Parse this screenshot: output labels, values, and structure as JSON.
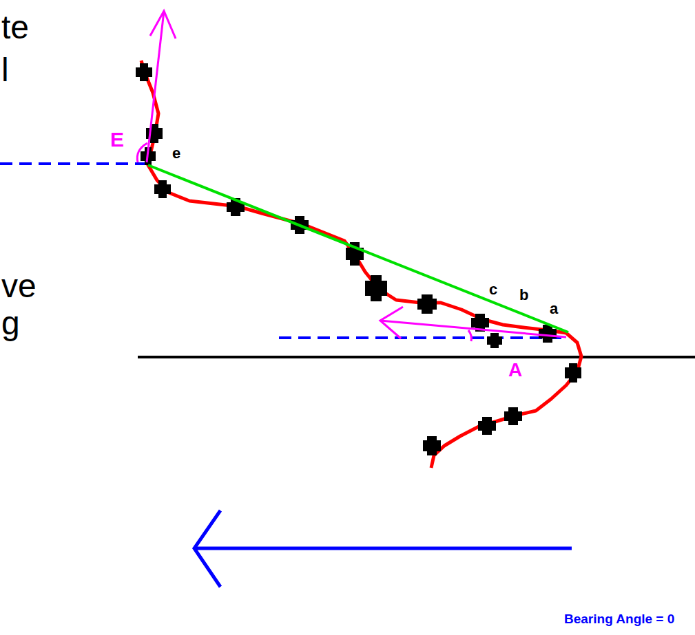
{
  "diagram": {
    "labels": [
      "te",
      "l",
      "ve",
      "g",
      "E",
      "e",
      "c",
      "b",
      "a",
      "A",
      "Bearing Angle = 0"
    ]
  }
}
